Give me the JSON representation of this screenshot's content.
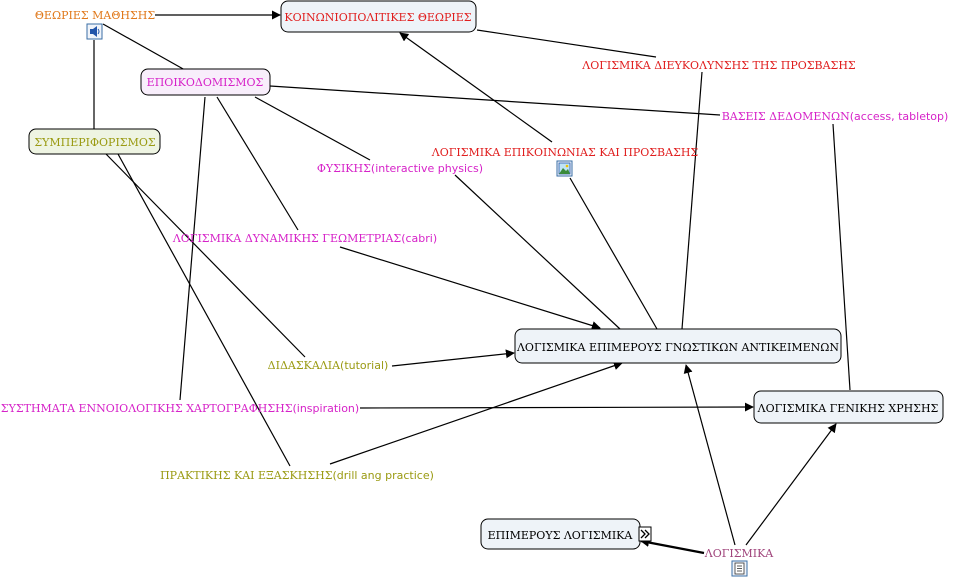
{
  "colors": {
    "orange": "#e0781a",
    "red": "#e01e1e",
    "magenta": "#d622c8",
    "olive": "#9a9a12",
    "plum": "#a0457c",
    "box_blue": "#eef3f8",
    "box_purple": "#f8eefb",
    "box_green": "#eef4e2"
  },
  "icons": {
    "sound": "speaker-icon",
    "image": "picture-icon",
    "document": "document-icon",
    "submap": "double-chevron-icon"
  },
  "nodes": {
    "learning_theories": "ΘΕΩΡΙΕΣ ΜΑΘΗΣΗΣ",
    "sociopolitical": "ΚΟΙΝΩΝΙΟΠΟΛΙΤΙΚΕΣ ΘΕΩΡΙΕΣ",
    "constructivism": "ΕΠΟΙΚΟΔΟΜΙΣΜΟΣ",
    "behaviorism": "ΣΥΜΠΕΡΙΦΟΡΙΣΜΟΣ",
    "access_software": "ΛΟΓΙΣΜΙΚΑ ΔΙΕΥΚΟΛΥΝΣΗΣ ΤΗΣ ΠΡΟΣΒΑΣΗΣ",
    "databases": "ΒΑΣΕΙΣ ΔΕΔΟΜΕΝΩΝ(access, tabletop)",
    "communication": "ΛΟΓΙΣΜΙΚΑ ΕΠΙΚΟΙΝΩΝΙΑΣ ΚΑΙ ΠΡΟΣΒΑΣΗΣ",
    "physics": "ΦΥΣΙΚΗΣ(interactive physics)",
    "geometry": "ΛΟΓΙΣΜΙΚΑ ΔΥΝΑΜΙΚΗΣ ΓΕΩΜΕΤΡΙΑΣ(cabri)",
    "cognitive": "ΛΟΓΙΣΜΙΚΑ ΕΠΙΜΕΡΟΥΣ ΓΝΩΣΤΙΚΩΝ ΑΝΤΙΚΕΙΜΕΝΩΝ",
    "tutorial": "ΔΙΔΑΣΚΑΛΙΑ(tutorial)",
    "concept_mapping": "ΣΥΣΤΗΜΑΤΑ ΕΝΝΟΙΟΛΟΓΙΚΗΣ ΧΑΡΤΟΓΡΑΦΗΣΗΣ(inspiration)",
    "general_use": "ΛΟΓΙΣΜΙΚΑ ΓΕΝΙΚΗΣ ΧΡΗΣΗΣ",
    "drill": "ΠΡΑΚΤΙΚΗΣ ΚΑΙ ΕΞΑΣΚΗΣΗΣ(drill ang practice)",
    "specific_software": "ΕΠΙΜΕΡΟΥΣ ΛΟΓΙΣΜΙΚΑ",
    "software": "ΛΟΓΙΣΜΙΚΑ"
  }
}
